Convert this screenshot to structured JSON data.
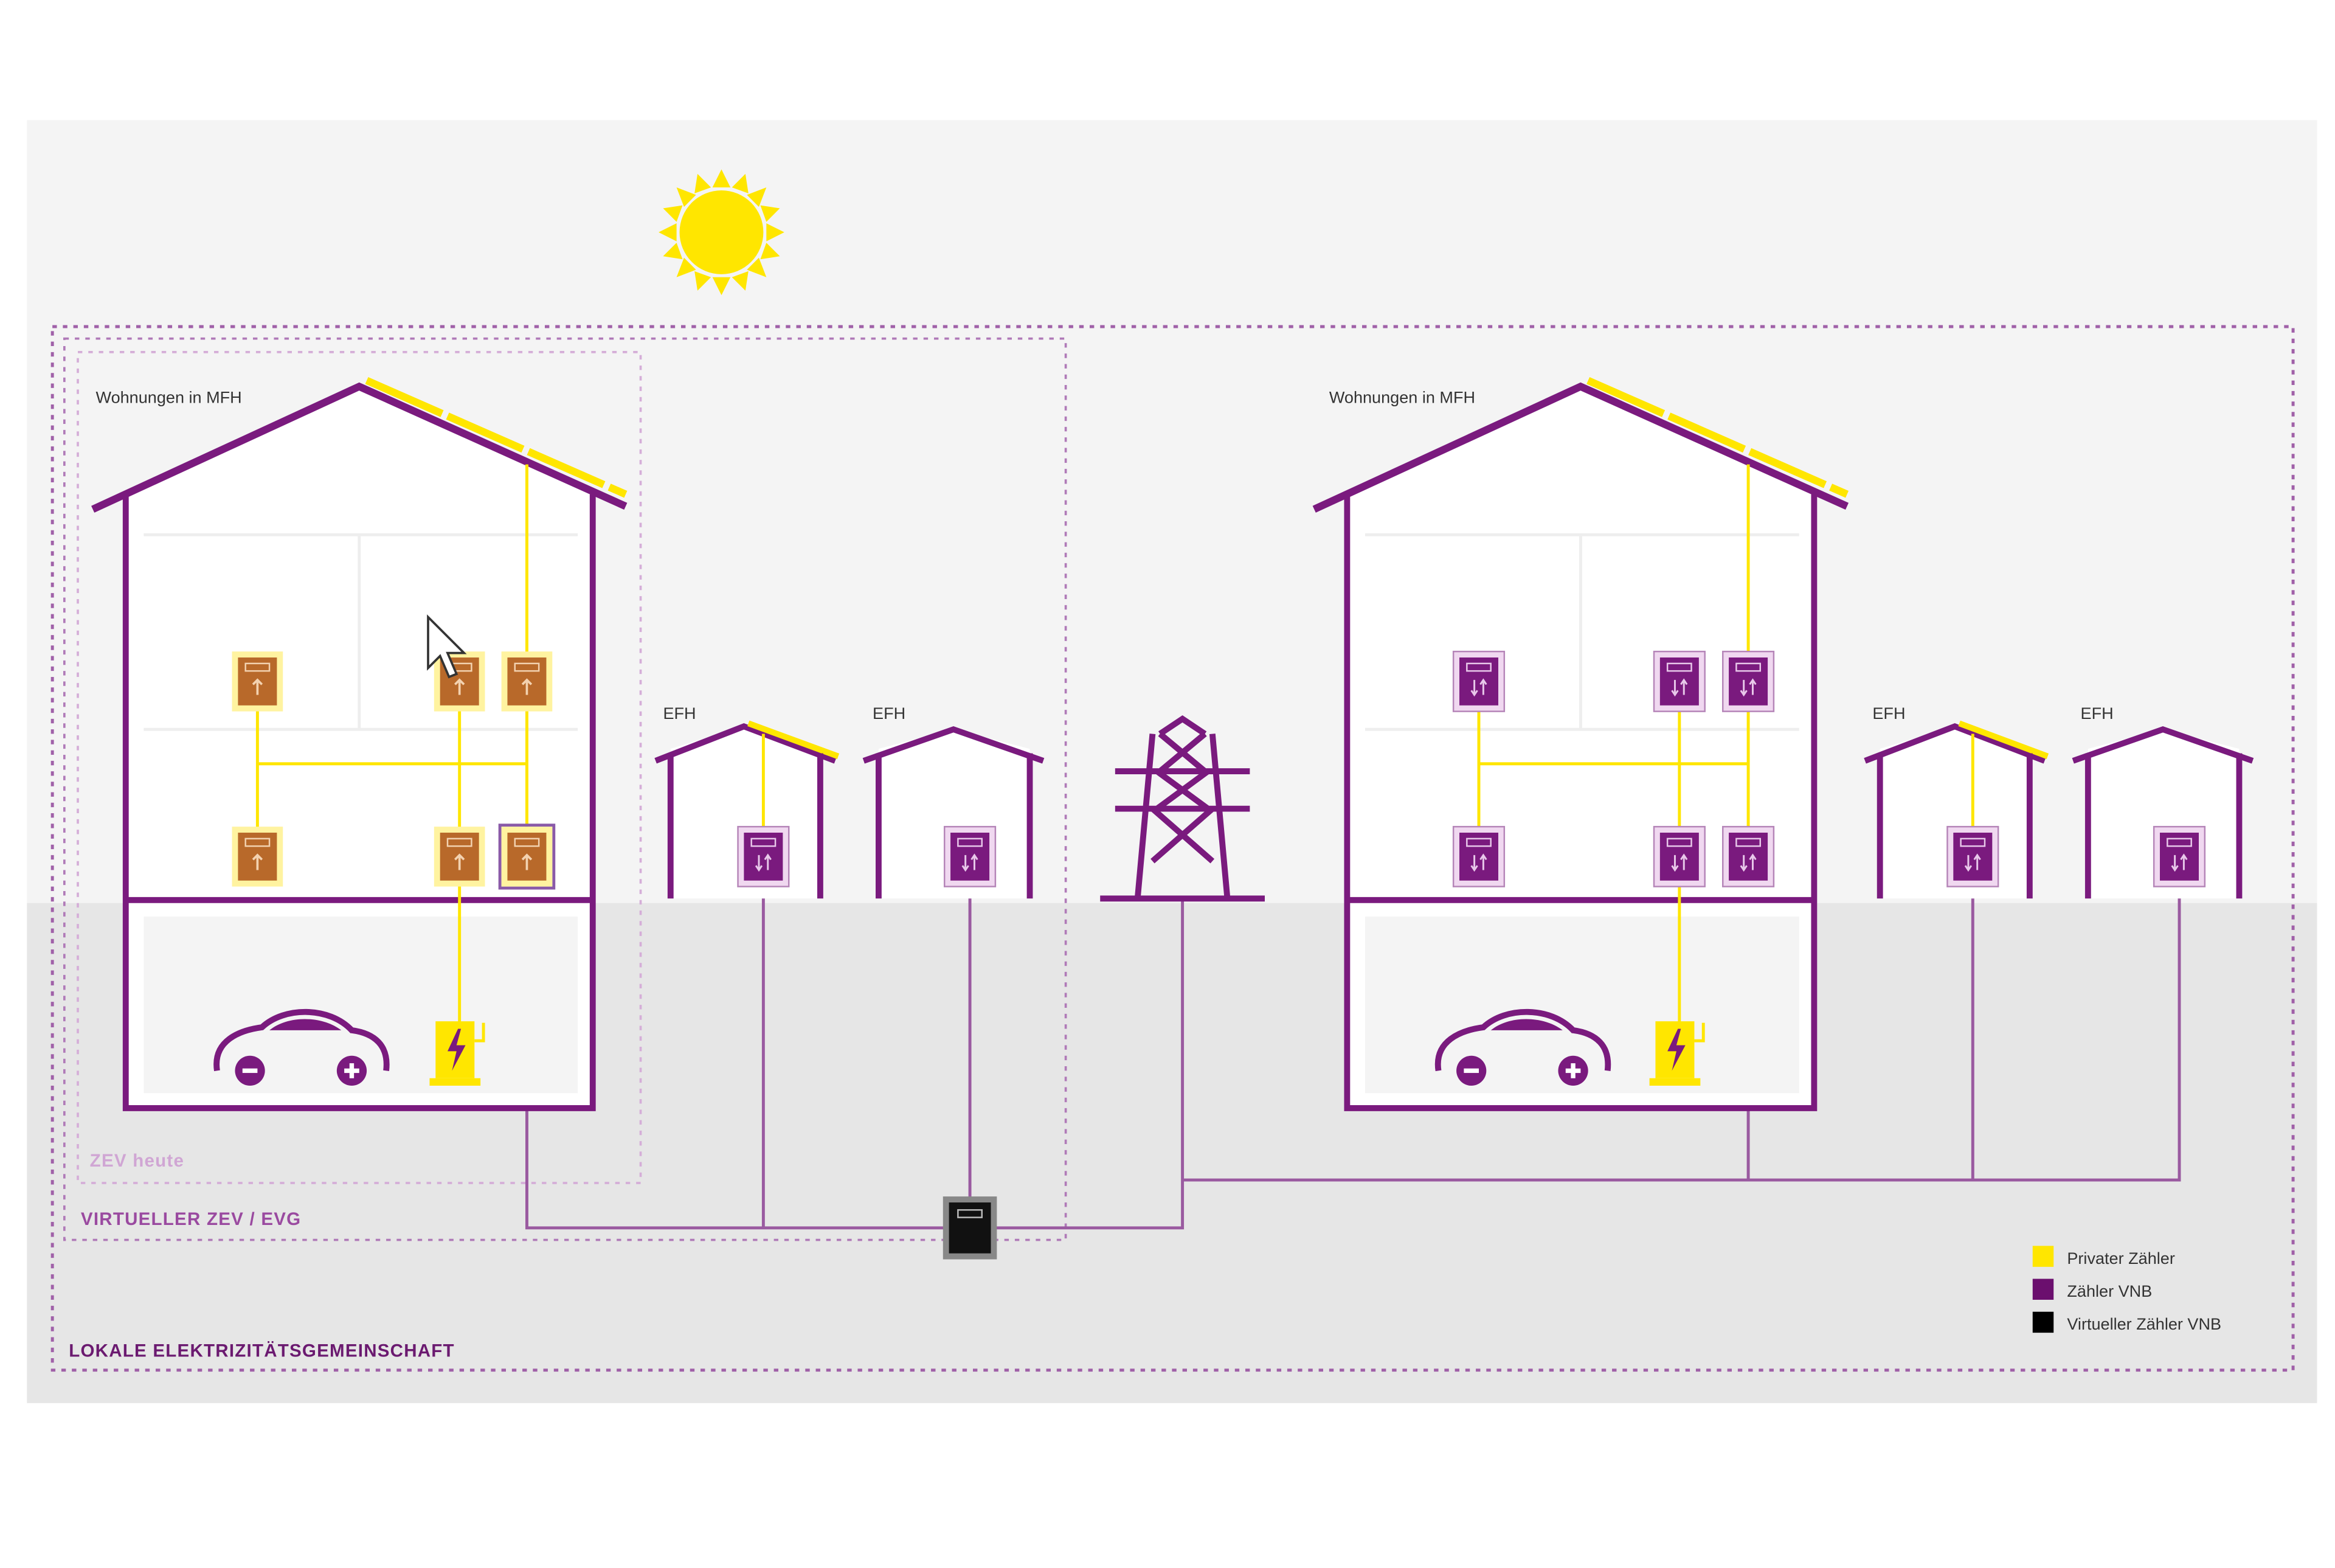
{
  "colors": {
    "purple": "#7a1a7e",
    "yellow": "#ffe600",
    "private_meter": "#b8692a",
    "virtual_meter": "#111111",
    "bg_top": "#f4f4f4",
    "bg_bottom": "#e6e6e6"
  },
  "buildings": {
    "mfh_left_label": "Wohnungen in MFH",
    "mfh_right_label": "Wohnungen in MFH",
    "efh_labels": [
      "EFH",
      "EFH",
      "EFH",
      "EFH"
    ]
  },
  "zones": {
    "zev_heute": "ZEV heute",
    "virtueller_zev": "VIRTUELLER ZEV / EVG",
    "lokale_eg": "LOKALE ELEKTRIZITÄTSGEMEINSCHAFT"
  },
  "legend": [
    {
      "label": "Privater Zähler",
      "color": "#ffe600"
    },
    {
      "label": "Zähler VNB",
      "color": "#6b0f6e"
    },
    {
      "label": "Virtueller Zähler VNB",
      "color": "#000000"
    }
  ]
}
